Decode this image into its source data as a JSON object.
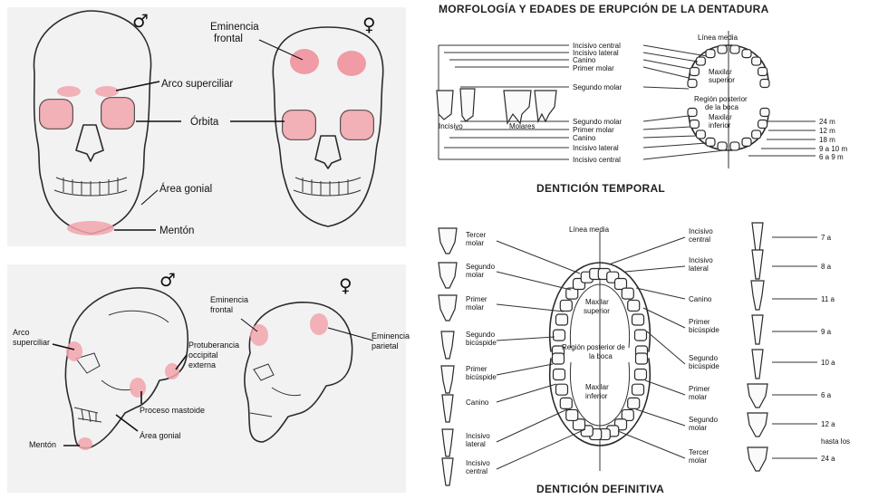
{
  "skull_front": {
    "male_symbol": "♂",
    "female_symbol": "♀",
    "labels": {
      "frontal_eminence": [
        "Eminencia",
        "frontal"
      ],
      "brow_ridge": "Arco superciliar",
      "orbit": "Órbita",
      "gonial_area": "Área gonial",
      "chin": "Mentón"
    }
  },
  "skull_lateral": {
    "male_symbol": "♂",
    "female_symbol": "♀",
    "labels": {
      "brow_ridge": [
        "Arco",
        "superciliar"
      ],
      "occipital": [
        "Protuberancia",
        "occipital",
        "externa"
      ],
      "mastoid": "Proceso mastoide",
      "gonial_area": "Área gonial",
      "chin": "Mentón",
      "frontal_eminence": [
        "Eminencia",
        "frontal"
      ],
      "parietal_eminence": [
        "Eminencia",
        "parietal"
      ]
    }
  },
  "temporal": {
    "title": "MORFOLOGÍA Y EDADES DE ERUPCIÓN DE LA DENTADURA",
    "subtitle": "DENTICIÓN TEMPORAL",
    "midline": "Línea media",
    "upper_labels": [
      "Incisivo central",
      "Incisivo lateral",
      "Canino",
      "Primer molar",
      "Segundo molar"
    ],
    "lower_labels": [
      "Segundo molar",
      "Primer molar",
      "Canino",
      "Incisivo lateral",
      "Incisivo central"
    ],
    "upper_jaw": [
      "Maxilar",
      "superior"
    ],
    "lower_jaw": [
      "Maxilar",
      "inferior"
    ],
    "posterior_region": [
      "Región posterior",
      "de la boca"
    ],
    "incisors_caption": "Incisivo",
    "molars_caption": "Molares",
    "ages": [
      "24 m",
      "12 m",
      "18 m",
      "9 a 10 m",
      "6 a 9 m"
    ]
  },
  "definitive": {
    "subtitle": "DENTICIÓN DEFINITIVA",
    "midline": "Línea media",
    "upper_jaw": [
      "Maxilar",
      "superior"
    ],
    "lower_jaw": [
      "Maxilar",
      "inferior"
    ],
    "posterior_region": [
      "Región posterior de",
      "la boca"
    ],
    "left_labels": [
      [
        "Tercer",
        "molar"
      ],
      [
        "Segundo",
        "molar"
      ],
      [
        "Primer",
        "molar"
      ],
      [
        "Segundo",
        "bicúspide"
      ],
      [
        "Primer",
        "bicúspide"
      ],
      [
        "Canino"
      ],
      [
        "Incisivo",
        "lateral"
      ],
      [
        "Incisivo",
        "central"
      ]
    ],
    "right_labels": [
      [
        "Incisivo",
        "central"
      ],
      [
        "Incisivo",
        "lateral"
      ],
      [
        "Canino"
      ],
      [
        "Primer",
        "bicúspide"
      ],
      [
        "Segundo",
        "bicúspide"
      ],
      [
        "Primer",
        "molar"
      ],
      [
        "Segundo",
        "molar"
      ],
      [
        "Tercer",
        "molar"
      ]
    ],
    "ages": [
      "7 a",
      "8 a",
      "11 a",
      "9 a",
      "10 a",
      "6 a",
      "12 a",
      "hasta los",
      "24 a"
    ]
  }
}
